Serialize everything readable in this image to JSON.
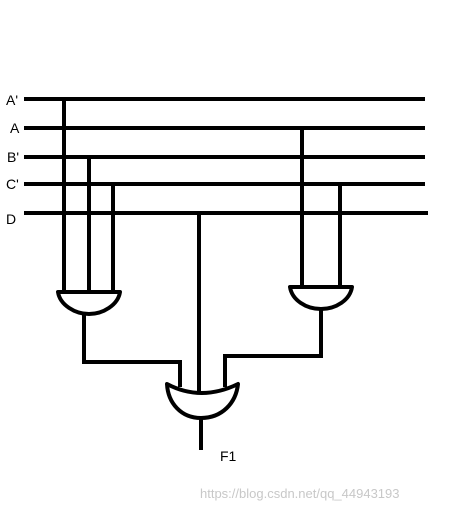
{
  "inputs": {
    "a_prime": "A'",
    "a": "A",
    "b_prime": "B'",
    "c_prime": "C'",
    "d": "D"
  },
  "output_label": "F1",
  "watermark": "https://blog.csdn.net/qq_44943193",
  "colors": {
    "line": "#000000",
    "background": "#ffffff",
    "watermark": "#c8c8c8"
  }
}
